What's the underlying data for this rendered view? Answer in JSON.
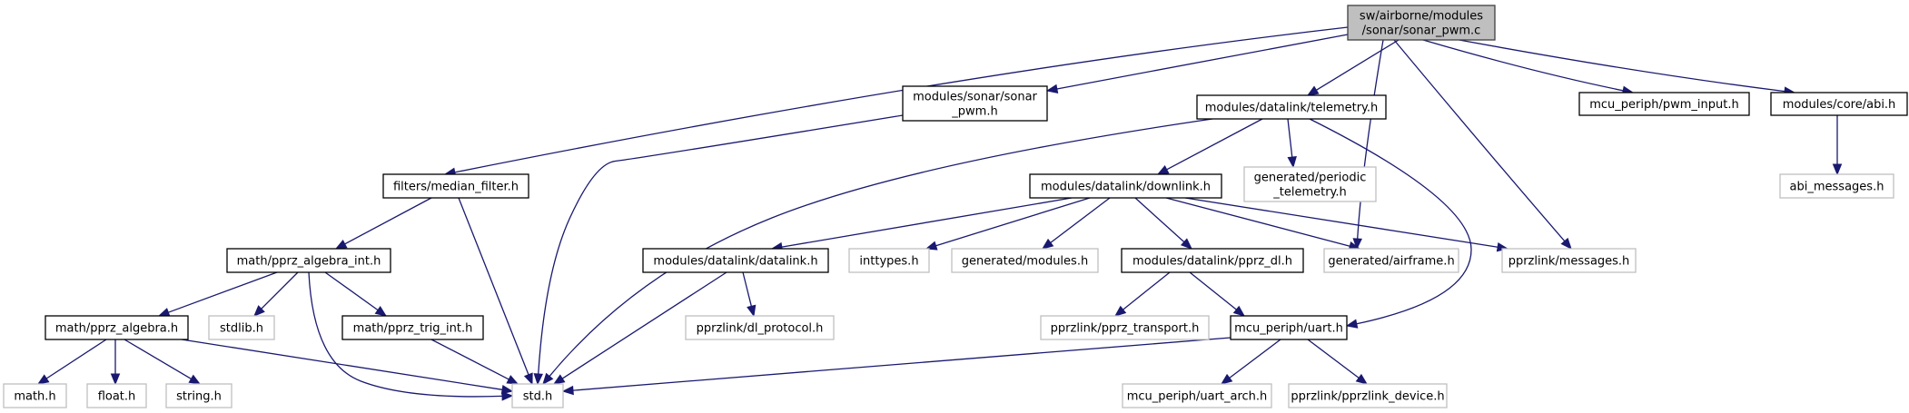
{
  "title": "Include dependency graph for sonar_pwm.c",
  "colors": {
    "edge": "#191970",
    "root_fill": "#bfbfbf",
    "root_border": "#404040",
    "documented_border": "#000000",
    "undocumented_border": "#bfbfbf",
    "node_fill": "#ffffff"
  },
  "nodes": [
    {
      "id": "root",
      "label": [
        "sw/airborne/modules",
        "/sonar/sonar_pwm.c"
      ],
      "kind": "root"
    },
    {
      "id": "sonar_pwm_h",
      "label": [
        "modules/sonar/sonar",
        "_pwm.h"
      ],
      "kind": "documented"
    },
    {
      "id": "telemetry_h",
      "label": [
        "modules/datalink/telemetry.h"
      ],
      "kind": "documented"
    },
    {
      "id": "pwm_input_h",
      "label": [
        "mcu_periph/pwm_input.h"
      ],
      "kind": "documented"
    },
    {
      "id": "abi_h",
      "label": [
        "modules/core/abi.h"
      ],
      "kind": "documented"
    },
    {
      "id": "median_filter_h",
      "label": [
        "filters/median_filter.h"
      ],
      "kind": "documented"
    },
    {
      "id": "downlink_h",
      "label": [
        "modules/datalink/downlink.h"
      ],
      "kind": "documented"
    },
    {
      "id": "periodic_telemetry_h",
      "label": [
        "generated/periodic",
        "_telemetry.h"
      ],
      "kind": "external"
    },
    {
      "id": "abi_messages_h",
      "label": [
        "abi_messages.h"
      ],
      "kind": "external"
    },
    {
      "id": "pprz_algebra_int_h",
      "label": [
        "math/pprz_algebra_int.h"
      ],
      "kind": "documented"
    },
    {
      "id": "datalink_h",
      "label": [
        "modules/datalink/datalink.h"
      ],
      "kind": "documented"
    },
    {
      "id": "inttypes_h",
      "label": [
        "inttypes.h"
      ],
      "kind": "external"
    },
    {
      "id": "modules_h",
      "label": [
        "generated/modules.h"
      ],
      "kind": "external"
    },
    {
      "id": "pprz_dl_h",
      "label": [
        "modules/datalink/pprz_dl.h"
      ],
      "kind": "documented"
    },
    {
      "id": "airframe_h",
      "label": [
        "generated/airframe.h"
      ],
      "kind": "external"
    },
    {
      "id": "messages_h",
      "label": [
        "pprzlink/messages.h"
      ],
      "kind": "external"
    },
    {
      "id": "pprz_algebra_h",
      "label": [
        "math/pprz_algebra.h"
      ],
      "kind": "documented"
    },
    {
      "id": "stdlib_h",
      "label": [
        "stdlib.h"
      ],
      "kind": "external"
    },
    {
      "id": "pprz_trig_int_h",
      "label": [
        "math/pprz_trig_int.h"
      ],
      "kind": "documented"
    },
    {
      "id": "dl_protocol_h",
      "label": [
        "pprzlink/dl_protocol.h"
      ],
      "kind": "external"
    },
    {
      "id": "pprz_transport_h",
      "label": [
        "pprzlink/pprz_transport.h"
      ],
      "kind": "external"
    },
    {
      "id": "uart_h",
      "label": [
        "mcu_periph/uart.h"
      ],
      "kind": "documented"
    },
    {
      "id": "math_h",
      "label": [
        "math.h"
      ],
      "kind": "external"
    },
    {
      "id": "float_h",
      "label": [
        "float.h"
      ],
      "kind": "external"
    },
    {
      "id": "string_h",
      "label": [
        "string.h"
      ],
      "kind": "external"
    },
    {
      "id": "std_h",
      "label": [
        "std.h"
      ],
      "kind": "external"
    },
    {
      "id": "uart_arch_h",
      "label": [
        "mcu_periph/uart_arch.h"
      ],
      "kind": "external"
    },
    {
      "id": "pprzlink_device_h",
      "label": [
        "pprzlink/pprzlink_device.h"
      ],
      "kind": "external"
    }
  ],
  "edges": [
    {
      "from": "root",
      "to": "median_filter_h"
    },
    {
      "from": "root",
      "to": "sonar_pwm_h"
    },
    {
      "from": "root",
      "to": "telemetry_h"
    },
    {
      "from": "root",
      "to": "airframe_h"
    },
    {
      "from": "root",
      "to": "messages_h"
    },
    {
      "from": "root",
      "to": "pwm_input_h"
    },
    {
      "from": "root",
      "to": "abi_h"
    },
    {
      "from": "sonar_pwm_h",
      "to": "std_h"
    },
    {
      "from": "telemetry_h",
      "to": "std_h"
    },
    {
      "from": "telemetry_h",
      "to": "downlink_h"
    },
    {
      "from": "telemetry_h",
      "to": "periodic_telemetry_h"
    },
    {
      "from": "telemetry_h",
      "to": "uart_h"
    },
    {
      "from": "abi_h",
      "to": "abi_messages_h"
    },
    {
      "from": "median_filter_h",
      "to": "pprz_algebra_int_h"
    },
    {
      "from": "median_filter_h",
      "to": "std_h"
    },
    {
      "from": "downlink_h",
      "to": "datalink_h"
    },
    {
      "from": "downlink_h",
      "to": "inttypes_h"
    },
    {
      "from": "downlink_h",
      "to": "modules_h"
    },
    {
      "from": "downlink_h",
      "to": "pprz_dl_h"
    },
    {
      "from": "downlink_h",
      "to": "airframe_h"
    },
    {
      "from": "downlink_h",
      "to": "messages_h"
    },
    {
      "from": "pprz_algebra_int_h",
      "to": "pprz_algebra_h"
    },
    {
      "from": "pprz_algebra_int_h",
      "to": "stdlib_h"
    },
    {
      "from": "pprz_algebra_int_h",
      "to": "std_h"
    },
    {
      "from": "pprz_algebra_int_h",
      "to": "pprz_trig_int_h"
    },
    {
      "from": "datalink_h",
      "to": "std_h"
    },
    {
      "from": "datalink_h",
      "to": "dl_protocol_h"
    },
    {
      "from": "pprz_dl_h",
      "to": "pprz_transport_h"
    },
    {
      "from": "pprz_dl_h",
      "to": "uart_h"
    },
    {
      "from": "pprz_algebra_h",
      "to": "math_h"
    },
    {
      "from": "pprz_algebra_h",
      "to": "float_h"
    },
    {
      "from": "pprz_algebra_h",
      "to": "string_h"
    },
    {
      "from": "pprz_algebra_h",
      "to": "std_h"
    },
    {
      "from": "pprz_trig_int_h",
      "to": "std_h"
    },
    {
      "from": "uart_h",
      "to": "std_h"
    },
    {
      "from": "uart_h",
      "to": "uart_arch_h"
    },
    {
      "from": "uart_h",
      "to": "pprzlink_device_h"
    }
  ]
}
